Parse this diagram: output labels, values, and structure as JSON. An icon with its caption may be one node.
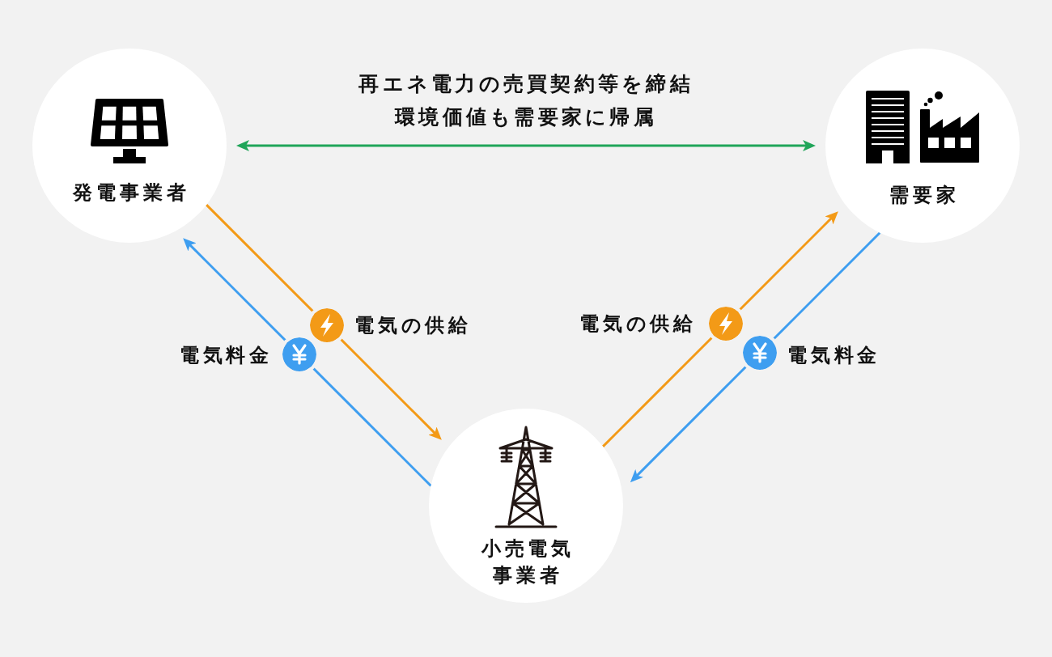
{
  "diagram": {
    "nodes": [
      {
        "text": [
          "発電事業者"
        ]
      },
      {
        "text": [
          "需要家"
        ]
      },
      {
        "text": [
          "小売電気事業者"
        ]
      }
    ],
    "edges": [
      {
        "from": 0,
        "to": 1,
        "arrow": "both",
        "label": "再エネ電力の売買契約等を締結環境価値も需要家に帰属",
        "color": "#20a559"
      },
      {
        "from": 0,
        "to": 2,
        "arrow": "to",
        "label": "電気の供給",
        "color": "#f39a17"
      },
      {
        "from": 2,
        "to": 0,
        "arrow": "to",
        "label": "電気料金",
        "color": "#3e9ef0"
      },
      {
        "from": 2,
        "to": 1,
        "arrow": "to",
        "label": "電気の供給",
        "color": "#f39a17"
      },
      {
        "from": 1,
        "to": 2,
        "arrow": "to",
        "label": "電気料金",
        "color": "#3e9ef0"
      }
    ]
  }
}
